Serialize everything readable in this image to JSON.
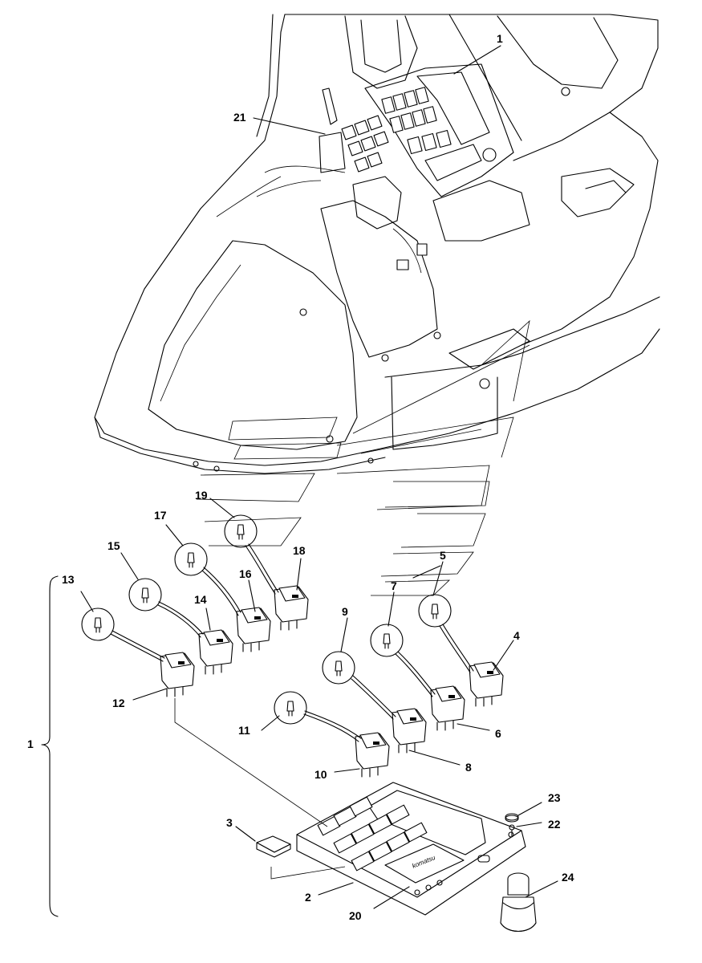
{
  "labels": [
    "1",
    "2",
    "3",
    "4",
    "5",
    "6",
    "7",
    "8",
    "9",
    "10",
    "11",
    "12",
    "13",
    "14",
    "15",
    "16",
    "17",
    "18",
    "19",
    "20",
    "21",
    "22",
    "23",
    "24"
  ],
  "group_label": "1",
  "logo_text": "komatsu"
}
